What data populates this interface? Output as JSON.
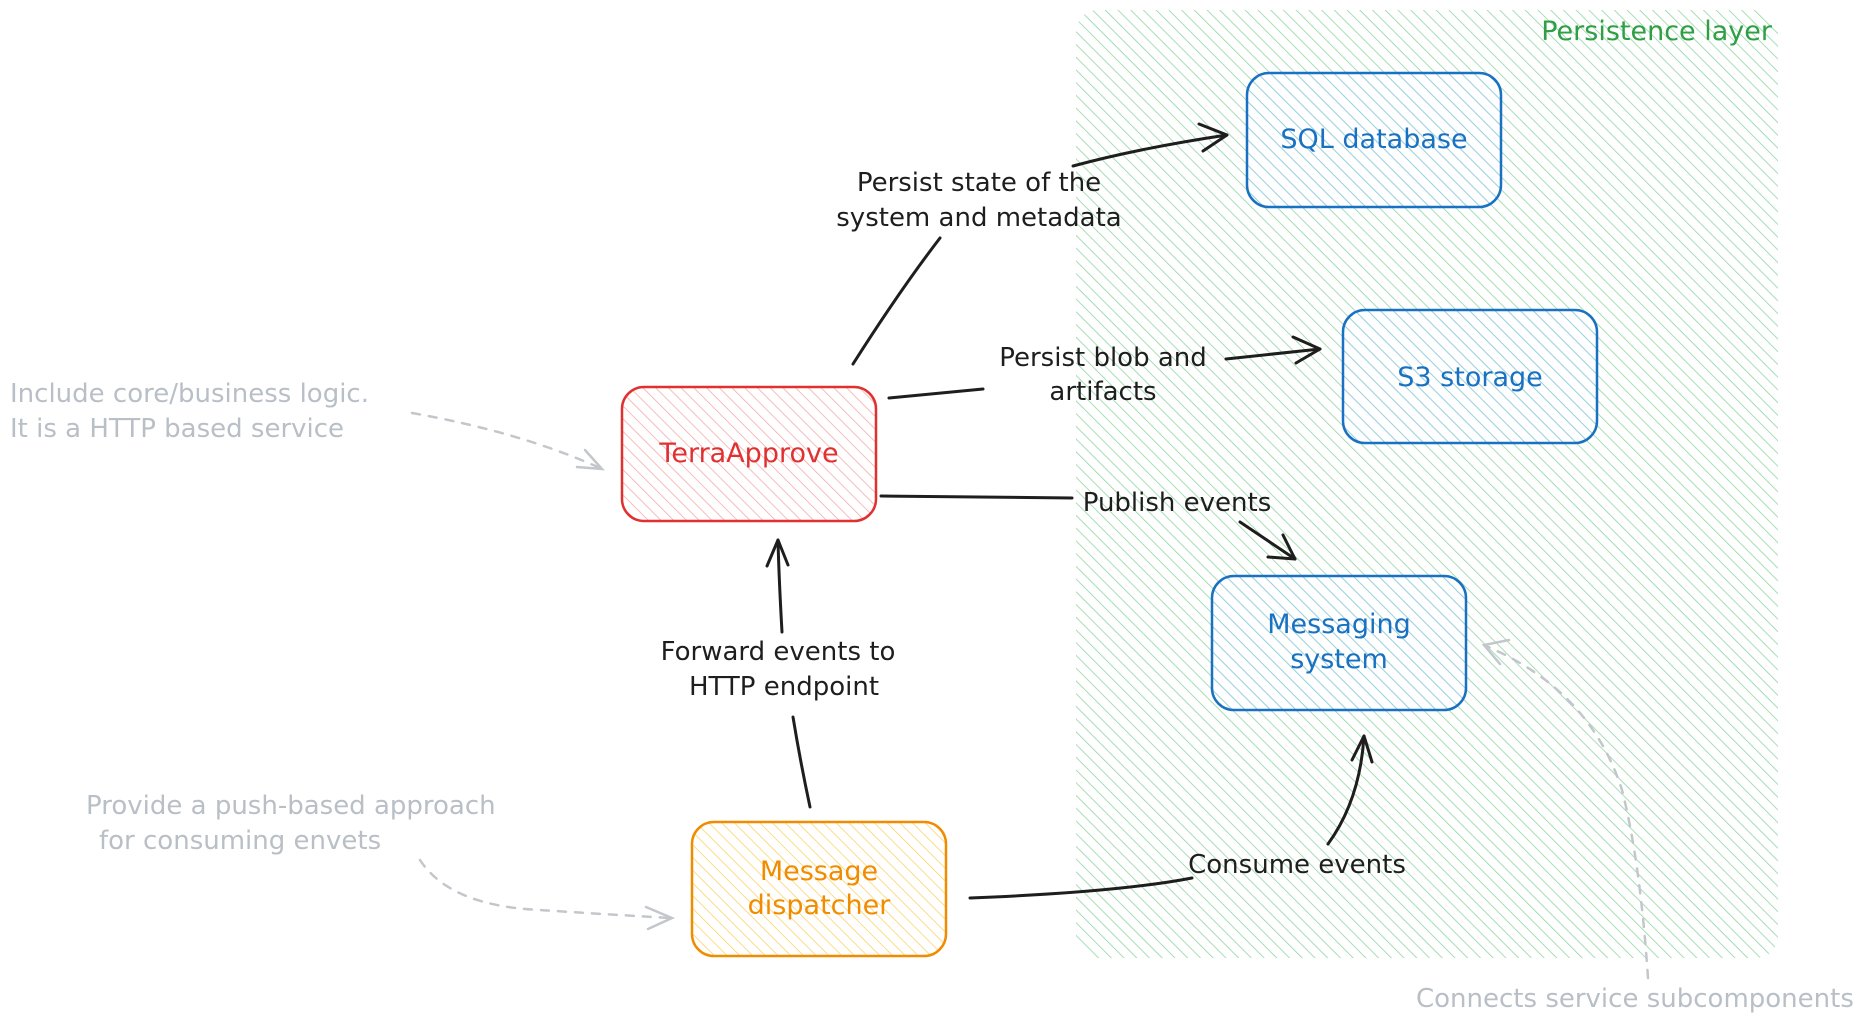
{
  "region": {
    "title": "Persistence layer",
    "color": "#2f9e44"
  },
  "nodes": {
    "terra": {
      "label": "TerraApprove",
      "color": "#e03131"
    },
    "dispatcher": {
      "label_line1": "Message",
      "label_line2": "dispatcher",
      "color": "#f08c00"
    },
    "sql": {
      "label": "SQL database",
      "color": "#1971c2"
    },
    "s3": {
      "label": "S3 storage",
      "color": "#1971c2"
    },
    "messaging": {
      "label_line1": "Messaging",
      "label_line2": "system",
      "color": "#1971c2"
    }
  },
  "edges": {
    "persist_state": {
      "line1": "Persist state of the",
      "line2": "system and metadata"
    },
    "persist_blob": {
      "line1": "Persist blob and",
      "line2": "artifacts"
    },
    "publish": {
      "label": "Publish events"
    },
    "forward": {
      "line1": "Forward events to",
      "line2": "HTTP endpoint"
    },
    "consume": {
      "label": "Consume events"
    }
  },
  "notes": {
    "terra_note": {
      "line1": "Include core/business logic.",
      "line2": "It is a HTTP based service"
    },
    "dispatcher_note": {
      "line1": "Provide a push-based approach",
      "line2": "for consuming envets"
    },
    "region_note": {
      "label": "Connects service subcomponents"
    }
  }
}
